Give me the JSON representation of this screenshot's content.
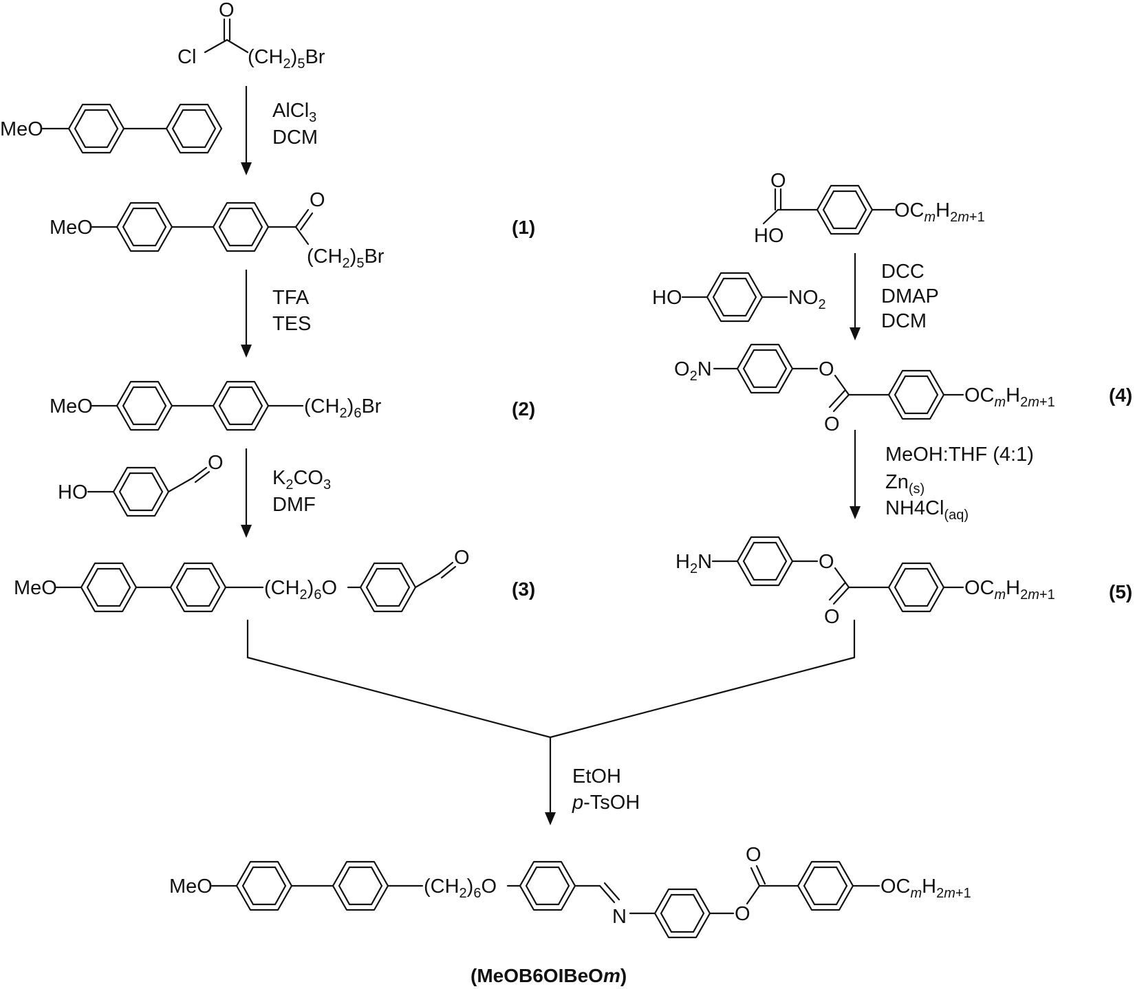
{
  "reagents": {
    "step1": [
      "AlCl3",
      "DCM"
    ],
    "step2": [
      "TFA",
      "TES"
    ],
    "step3": [
      "K2CO3",
      "DMF"
    ],
    "step4": [
      "DCC",
      "DMAP",
      "DCM"
    ],
    "step5": [
      "MeOH:THF (4:1)",
      "Zn(s)",
      "NH4Cl(aq)"
    ],
    "final": [
      "EtOH",
      "p-TsOH"
    ]
  },
  "compound_labels": {
    "c1": "(1)",
    "c2": "(2)",
    "c3": "(3)",
    "c4": "(4)",
    "c5": "(5)",
    "final": "(MeOB6OIBeOm)"
  },
  "groups": {
    "meo": "MeO",
    "ho": "HO",
    "cl": "Cl",
    "o": "O",
    "n": "N",
    "no2": "NO2",
    "o2n": "O2N",
    "h2n": "H2N",
    "ch2_5br": "(CH2)5Br",
    "ch2_6br": "(CH2)6Br",
    "ch2_6o": "(CH2)6O",
    "ocmh2m1": "OCmH2m+1"
  }
}
